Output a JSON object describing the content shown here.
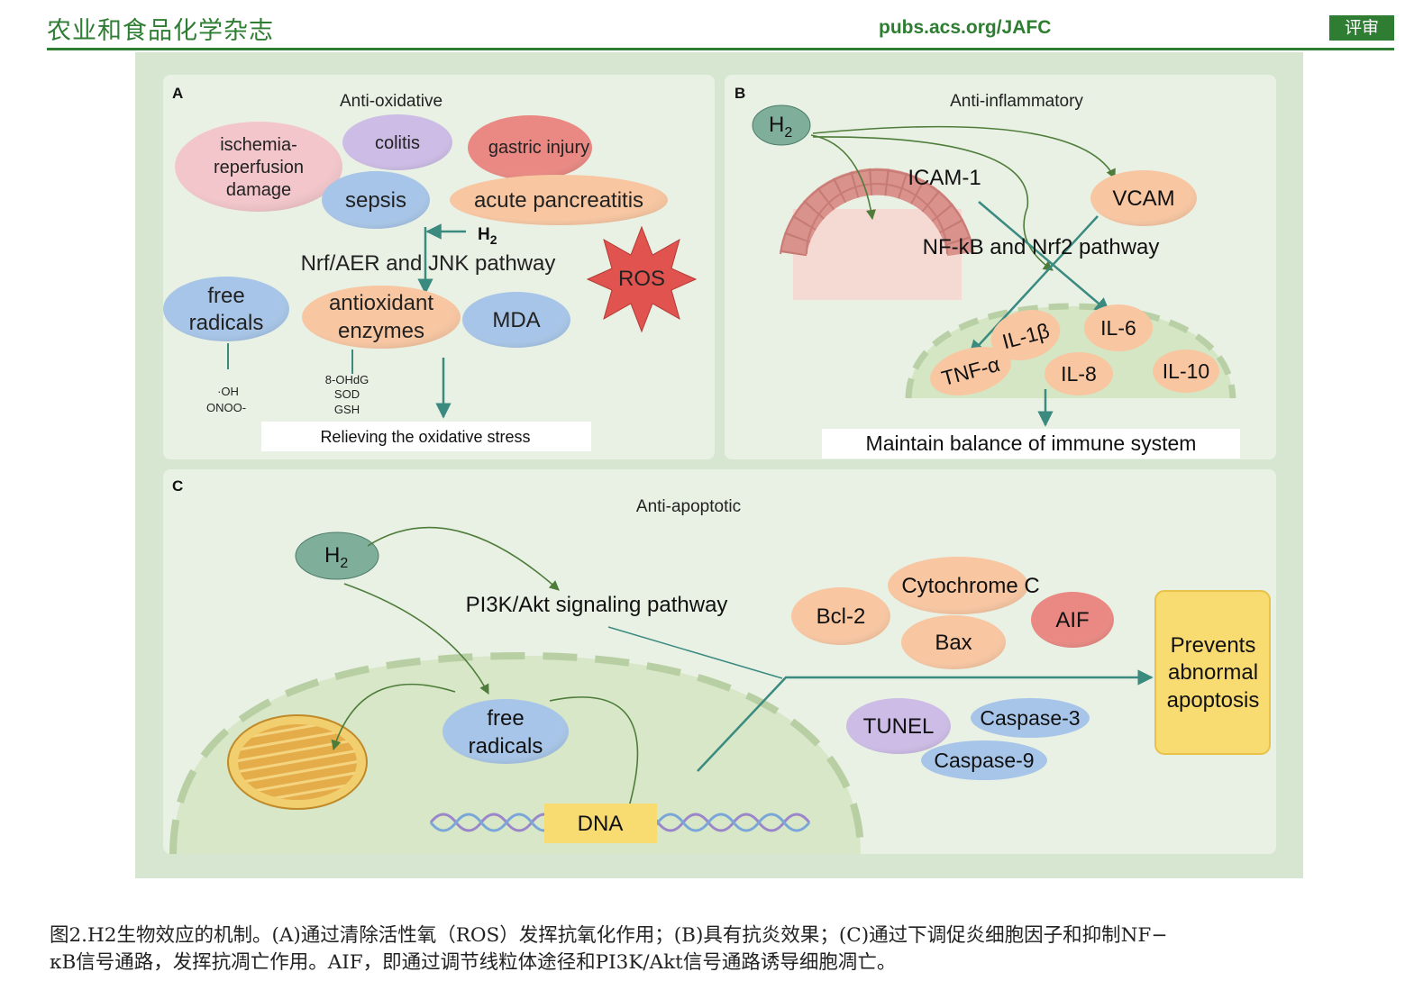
{
  "header": {
    "journal": "农业和食品化学杂志",
    "url": "pubs.acs.org/JAFC",
    "tag": "评审"
  },
  "panel_a": {
    "letter": "A",
    "title": "Anti-oxidative",
    "ischemia": [
      "ischemia-",
      "reperfusion",
      "damage"
    ],
    "colitis": "colitis",
    "gastric": "gastric injury",
    "sepsis": "sepsis",
    "pancreatitis": "acute pancreatitis",
    "h2": "H",
    "h2_sub": "2",
    "pathway": "Nrf/AER and JNK pathway",
    "ros": "ROS",
    "free_radicals": [
      "free",
      "radicals"
    ],
    "antioxidant": [
      "antioxidant",
      "enzymes"
    ],
    "mda": "MDA",
    "oh": "·OH",
    "onoo": "ONOO-",
    "markers": [
      "8-OHdG",
      "SOD",
      "GSH"
    ],
    "result": "Relieving the oxidative stress",
    "colors": {
      "pink": "#f3c6cb",
      "purple": "#cdbce6",
      "red": "#ea8883",
      "blue": "#a7c5e8",
      "orange": "#f8c6a1",
      "star": "#e0534e"
    }
  },
  "panel_b": {
    "letter": "B",
    "title": "Anti-inflammatory",
    "h2": "H",
    "h2_sub": "2",
    "icam": "ICAM-1",
    "vcam": "VCAM",
    "pathway": "NF-kB and Nrf2 pathway",
    "il1b": "IL-1β",
    "il6": "IL-6",
    "tnf": "TNF-α",
    "il8": "IL-8",
    "il10": "IL-10",
    "result": "Maintain balance of immune system"
  },
  "panel_c": {
    "letter": "C",
    "title": "Anti-apoptotic",
    "h2": "H",
    "h2_sub": "2",
    "pathway": "PI3K/Akt signaling pathway",
    "cytochrome": "Cytochrome C",
    "bcl2": "Bcl-2",
    "aif": "AIF",
    "bax": "Bax",
    "prevents": [
      "Prevents",
      "abnormal",
      "apoptosis"
    ],
    "free_radicals": [
      "free",
      "radicals"
    ],
    "tunel": "TUNEL",
    "caspase3": "Caspase-3",
    "caspase9": "Caspase-9",
    "dna": "DNA"
  },
  "caption": [
    "图2.H2生物效应的机制。(A)通过清除活性氧（ROS）发挥抗氧化作用；(B)具有抗炎效果；(C)通过下调促炎细胞因子和抑制NF−",
    "κB信号通路，发挥抗凋亡作用。AIF，即通过调节线粒体途径和PI3K/Akt信号通路诱导细胞凋亡。"
  ]
}
